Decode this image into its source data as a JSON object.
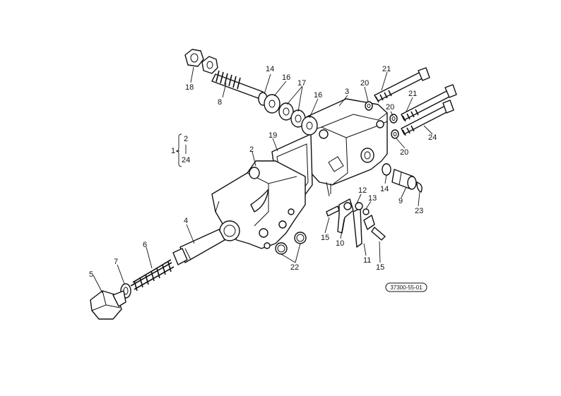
{
  "group_label": {
    "main": "1",
    "range_start": "2",
    "range_end": "24"
  },
  "callouts": [
    {
      "id": "c2",
      "text": "2"
    },
    {
      "id": "c3",
      "text": "3"
    },
    {
      "id": "c4",
      "text": "4"
    },
    {
      "id": "c5",
      "text": "5"
    },
    {
      "id": "c6",
      "text": "6"
    },
    {
      "id": "c7",
      "text": "7"
    },
    {
      "id": "c8",
      "text": "8"
    },
    {
      "id": "c9",
      "text": "9"
    },
    {
      "id": "c10",
      "text": "10"
    },
    {
      "id": "c11",
      "text": "11"
    },
    {
      "id": "c12",
      "text": "12"
    },
    {
      "id": "c13",
      "text": "13"
    },
    {
      "id": "c14a",
      "text": "14"
    },
    {
      "id": "c14b",
      "text": "14"
    },
    {
      "id": "c15a",
      "text": "15"
    },
    {
      "id": "c15b",
      "text": "15"
    },
    {
      "id": "c16a",
      "text": "16"
    },
    {
      "id": "c16b",
      "text": "16"
    },
    {
      "id": "c17",
      "text": "17"
    },
    {
      "id": "c18",
      "text": "18"
    },
    {
      "id": "c19",
      "text": "19"
    },
    {
      "id": "c20a",
      "text": "20"
    },
    {
      "id": "c20b",
      "text": "20"
    },
    {
      "id": "c20c",
      "text": "20"
    },
    {
      "id": "c21a",
      "text": "21"
    },
    {
      "id": "c21b",
      "text": "21"
    },
    {
      "id": "c22",
      "text": "22"
    },
    {
      "id": "c23",
      "text": "23"
    },
    {
      "id": "c24",
      "text": "24"
    }
  ],
  "reference_code": "37300-55-01"
}
